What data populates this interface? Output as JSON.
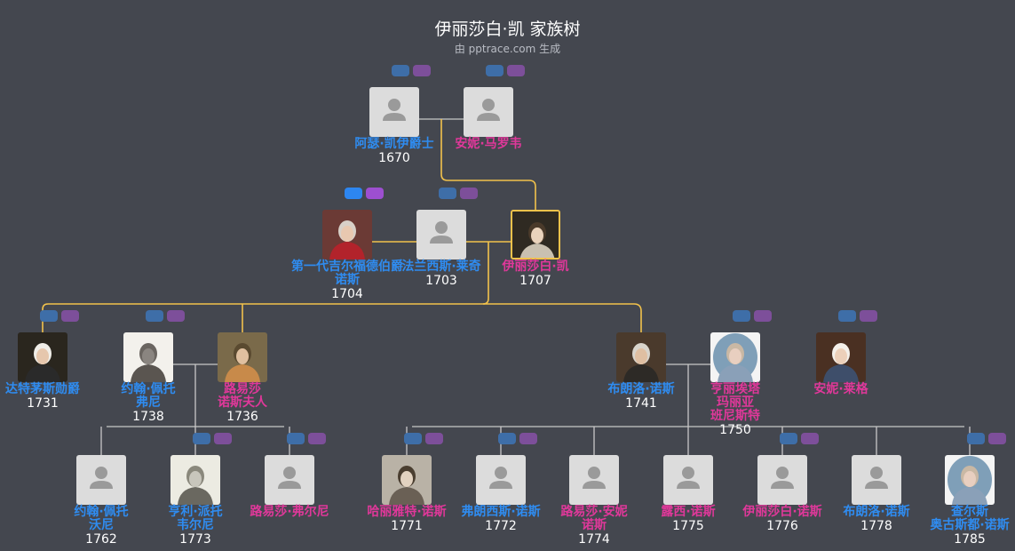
{
  "header": {
    "title": "伊丽莎白·凯 家族树",
    "subtitle": "由 pptrace.com 生成"
  },
  "colors": {
    "male": "#2f8cf0",
    "female": "#e0389a",
    "focus_line": "#f2c24b",
    "line": "#c8c8c8",
    "background": "#44474f"
  },
  "people": [
    {
      "id": "arthur",
      "name": "阿瑟·凯伊爵士",
      "year": "1670",
      "gender": "m",
      "photo": "placeholder"
    },
    {
      "id": "annie_m",
      "name": "安妮·马罗韦",
      "year": "",
      "gender": "f",
      "photo": "placeholder"
    },
    {
      "id": "guilford",
      "name": "第一代吉尔福德伯爵",
      "year": "1704",
      "gender": "m",
      "photo": "portrait-red-robe"
    },
    {
      "id": "francis",
      "name": "法兰西斯·莱奇",
      "year": "1703",
      "gender": "m",
      "photo": "placeholder"
    },
    {
      "id": "elizabeth",
      "name": "伊丽莎白·凯",
      "year": "1707",
      "gender": "f",
      "photo": "portrait-lady"
    },
    {
      "id": "dartmouth",
      "name": "达特茅斯勋爵",
      "year": "1731",
      "gender": "m",
      "photo": "portrait-white-wig"
    },
    {
      "id": "john_p",
      "name": "约翰·佩托弗尼",
      "year": "1738",
      "gender": "m",
      "photo": "portrait-engraving"
    },
    {
      "id": "louisa_n",
      "name": "路易莎诺斯夫人",
      "year": "1736",
      "gender": "f",
      "photo": "portrait-group-scene"
    },
    {
      "id": "brownlow",
      "name": "布朗洛·诺斯",
      "year": "1741",
      "gender": "m",
      "photo": "portrait-bishop"
    },
    {
      "id": "henrietta",
      "name": "亨丽埃塔玛丽亚班尼斯特",
      "year": "1750",
      "gender": "f",
      "photo": "portrait-oval-women"
    },
    {
      "id": "annie_l",
      "name": "安妮·莱格",
      "year": "",
      "gender": "f",
      "photo": "portrait-young-lady"
    },
    {
      "id": "john_pw",
      "name": "约翰·佩托沃尼",
      "year": "1762",
      "gender": "m",
      "photo": "placeholder"
    },
    {
      "id": "henry",
      "name": "亨利·派托韦尔尼",
      "year": "1773",
      "gender": "m",
      "photo": "portrait-sketch-man"
    },
    {
      "id": "louisa_f",
      "name": "路易莎·弗尔尼",
      "year": "",
      "gender": "f",
      "photo": "placeholder"
    },
    {
      "id": "harriet",
      "name": "哈丽雅特·诺斯",
      "year": "1771",
      "gender": "f",
      "photo": "portrait-bonnet"
    },
    {
      "id": "francis_n",
      "name": "弗朗西斯·诺斯",
      "year": "1772",
      "gender": "m",
      "photo": "placeholder"
    },
    {
      "id": "louisa_a",
      "name": "路易莎·安妮诺斯",
      "year": "1774",
      "gender": "f",
      "photo": "placeholder"
    },
    {
      "id": "lucy",
      "name": "露西·诺斯",
      "year": "1775",
      "gender": "f",
      "photo": "placeholder"
    },
    {
      "id": "elizabeth_n",
      "name": "伊丽莎白·诺斯",
      "year": "1776",
      "gender": "f",
      "photo": "placeholder"
    },
    {
      "id": "brownlow_n",
      "name": "布朗洛·诺斯",
      "year": "1778",
      "gender": "m",
      "photo": "placeholder"
    },
    {
      "id": "charles",
      "name": "查尔斯奥古斯都·诺斯",
      "year": "1785",
      "gender": "m",
      "photo": "portrait-oval-women"
    }
  ]
}
